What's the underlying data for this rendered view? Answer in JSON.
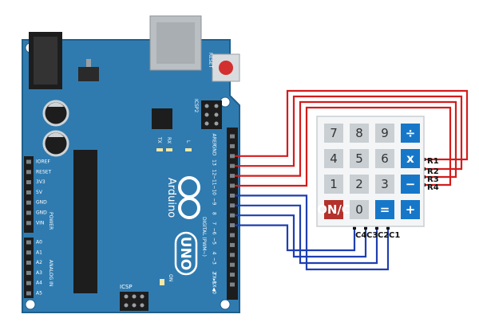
{
  "board": {
    "name": "Arduino",
    "model": "UNO",
    "reset_label": "RESET",
    "icsp2_label": "ICSP2",
    "icsp_label": "ICSP",
    "tx_label": "TX",
    "rx_label": "RX",
    "l_label": "L",
    "on_label": "ON",
    "digital_label": "DIGITAL (PWM~)",
    "power_label": "POWER",
    "analog_label": "ANALOG IN",
    "right_header_pins": [
      "AREF",
      "GND",
      "13",
      "12",
      "~11",
      "~10",
      "~9",
      "8",
      "7",
      "~6",
      "~5",
      "4",
      "~3",
      "2",
      "TX▸1",
      "RX◀0"
    ],
    "left_header_pins": [
      "IOREF",
      "RESET",
      "3V3",
      "5V",
      "GND",
      "GND",
      "VIN"
    ],
    "analog_pins": [
      "A0",
      "A1",
      "A2",
      "A3",
      "A4",
      "A5"
    ]
  },
  "keypad": {
    "keys": [
      [
        "7",
        "8",
        "9",
        "÷"
      ],
      [
        "4",
        "5",
        "6",
        "x"
      ],
      [
        "1",
        "2",
        "3",
        "−"
      ],
      [
        "ON/C",
        "0",
        "=",
        "+"
      ]
    ],
    "row_labels": [
      "R1",
      "R2",
      "R3",
      "R4"
    ],
    "col_labels": [
      "C4",
      "C3",
      "C2",
      "C1"
    ]
  },
  "colors": {
    "board": "#2f7bb0",
    "board_edge": "#1f5f8c",
    "row_wire": "#d41c1c",
    "col_wire": "#1f3fb0",
    "key_gray": "#c9cfd3",
    "key_blue": "#1677c9",
    "key_red": "#b3322b"
  }
}
